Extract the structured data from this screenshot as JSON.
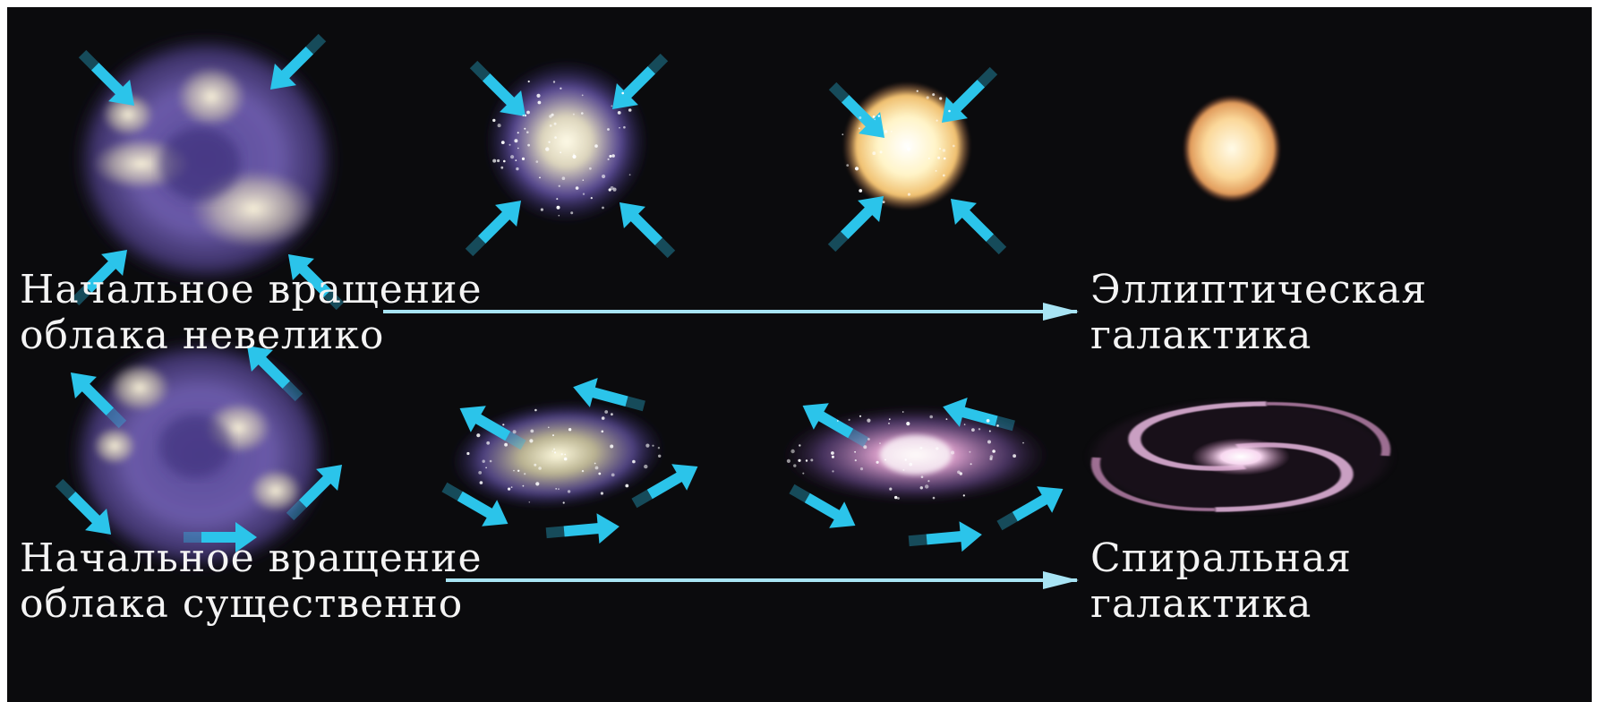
{
  "rows": [
    {
      "id": "elliptical",
      "left_caption": [
        "Начальное вращение",
        "облака невелико"
      ],
      "right_caption": [
        "Эллиптическая",
        "галактика"
      ]
    },
    {
      "id": "spiral",
      "left_caption": [
        "Начальное вращение",
        "облака существенно"
      ],
      "right_caption": [
        "Спиральная",
        "галактика"
      ]
    }
  ],
  "colors": {
    "background": "#0b0b0d",
    "arrow": "#2bc4ea",
    "cloud": "#6a5aa8",
    "hot_core": "#fff4c8",
    "galaxy_glow": "#f0b06a",
    "spiral_pink": "#e8b8e0",
    "caption_text": "#f4f4f4",
    "timeline_arrow": "#a8e4f4"
  }
}
